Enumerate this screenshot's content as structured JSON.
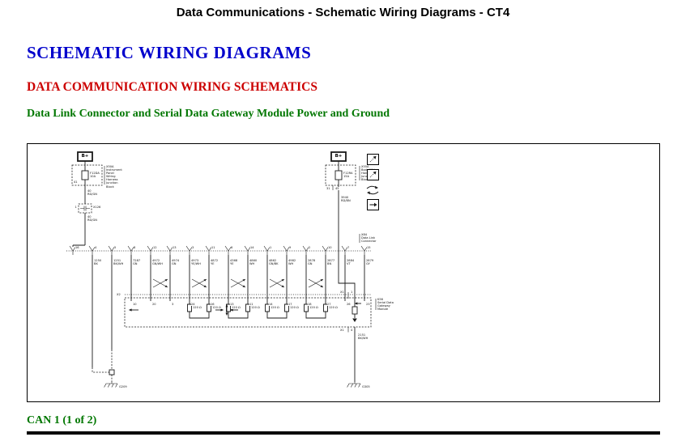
{
  "header": {
    "title": "Data Communications - Schematic Wiring Diagrams - CT4"
  },
  "headings": {
    "h1": "SCHEMATIC WIRING DIAGRAMS",
    "h2": "DATA COMMUNICATION WIRING SCHEMATICS",
    "h3": "Data Link Connector and Serial Data Gateway Module Power and Ground"
  },
  "caption": "CAN 1 (1 of 2)",
  "colors": {
    "h1": "#0000cc",
    "h2": "#cc0000",
    "h3": "#007700",
    "caption": "#007700",
    "line": "#1a1a1a"
  },
  "schematic": {
    "left_power": {
      "bplus": "B+",
      "fuse_label": "F12DA\n10A",
      "fuse_pin": "41",
      "junction_block": "X50A\nInstrument\nPanel\nWiring\nHarness\nJunction\nBlock",
      "wire_upper": "40\nRD/GN",
      "inline_pin": "1",
      "inline_connector": "X126",
      "wire_lower": "40\nRD/GN"
    },
    "right_power": {
      "bplus": "B+",
      "fuse_label": "F12RA\n15A",
      "junction_block": "X55A\nBody Wiring\nHarness\nJunction\nBlock - Rear",
      "pin_left": "31",
      "pin_right": "45",
      "wire": "3940\nRD/BN"
    },
    "dlc": {
      "label": "X84\nData Link\nConnector",
      "pins": [
        "16",
        "4",
        "5",
        "8",
        "12",
        "13",
        "3",
        "11",
        "6",
        "14",
        "1",
        "9",
        "2",
        "10",
        "7",
        "15"
      ]
    },
    "wires": [
      "1250\nBK",
      "1251\nBK/WH",
      "7287\nGN",
      "4972\nGN/WH",
      "4974\nGN",
      "4973\nYE/WH",
      "4872\nYE",
      "4368\nYE",
      "4860\nWH",
      "4862\nGN/BK",
      "4982\nWH",
      "2878\nGN",
      "2877\nBN",
      "2884\nVT",
      "2879\nGY"
    ],
    "module": {
      "name": "K56\nSerial Data\nGateway\nModule",
      "x2_label": "X2",
      "x1_label": "X1",
      "x1_pin_top": "1",
      "x1_pin_bottom": "4",
      "x2_pins": [
        "10",
        "20",
        "3",
        "24",
        "16",
        "13",
        "11",
        "14",
        "17",
        "18",
        "27",
        "26",
        "23"
      ],
      "resistor_label": "120 Ω",
      "ground_wire": "2151\nBK/WH"
    },
    "grounds": {
      "left": "G209",
      "right": "G305"
    },
    "icons": [
      "reference-link-icon",
      "reference-link-icon",
      "swap-arrows-icon",
      "go-to-icon"
    ]
  }
}
